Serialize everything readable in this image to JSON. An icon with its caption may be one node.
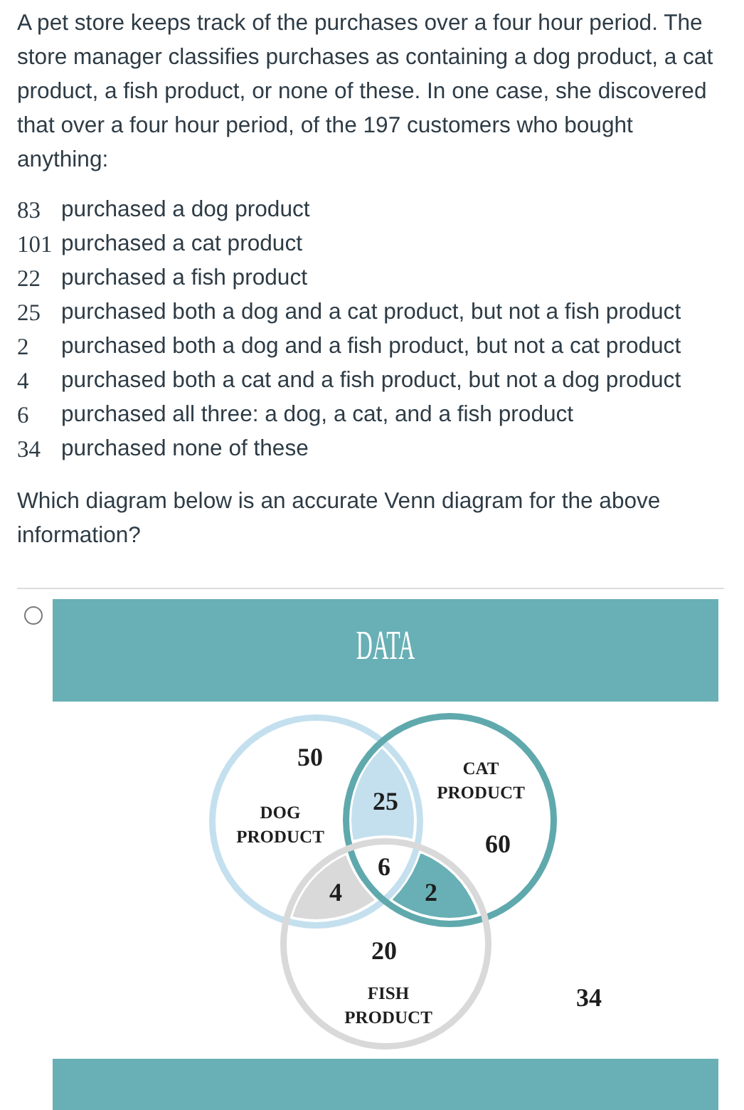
{
  "diagram": {
    "nodes": [
      {
        "text": [
          "DATA"
        ]
      },
      {
        "text": [
          "50",
          "DOG PRODUCT"
        ]
      },
      {
        "text": [
          "CAT PRODUCT",
          "60"
        ]
      },
      {
        "text": [
          "25"
        ]
      },
      {
        "text": [
          "4"
        ]
      },
      {
        "text": [
          "2"
        ]
      },
      {
        "text": [
          "20",
          "FISH PRODUCT"
        ]
      },
      {
        "text": [],
        "shape": "bar"
      }
    ],
    "labels": [
      "A pet store keeps track of the purchases over a four hour period. The store manager classifies purchases as containing a dog product, a cat product, a fish product, or none of these. In one case, she discovered that over a four hour period, of the 197 customers who bought anything:",
      "83",
      "purchased a dog product",
      "101",
      "purchased a cat product",
      "22",
      "purchased a fish product",
      "25",
      "purchased both a dog and a cat product, but not a fish product",
      "2",
      "purchased both a dog and a fish product, but not a cat product",
      "4",
      "purchased both a cat and a fish product, but not a dog product",
      "6",
      "purchased all three: a dog, a cat, and a fish product",
      "34",
      "purchased none of these",
      "Which diagram below is an accurate Venn diagram for the above information?",
      "6",
      "34"
    ]
  }
}
